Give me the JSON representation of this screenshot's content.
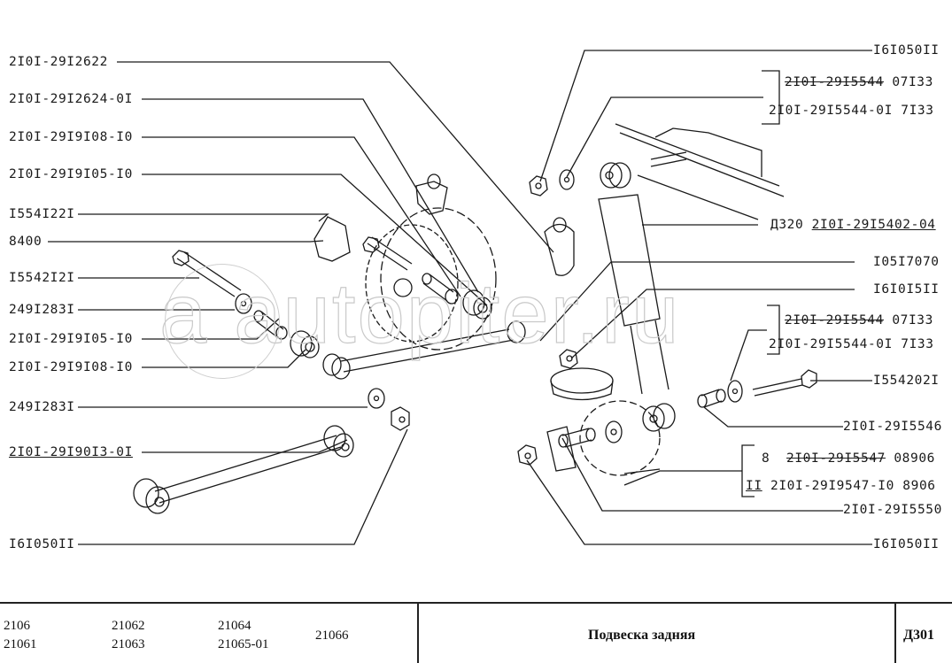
{
  "diagram": {
    "title": "Подвеска задняя",
    "watermark": "autopiter.ru",
    "watermark_logo": "a",
    "labels_left": [
      {
        "id": "l1",
        "text": "2I0I-29I2622"
      },
      {
        "id": "l2",
        "text": "2I0I-29I2624-0I"
      },
      {
        "id": "l3",
        "text": "2I0I-29I9I08-I0"
      },
      {
        "id": "l4",
        "text": "2I0I-29I9I05-I0"
      },
      {
        "id": "l5",
        "text": "I554I22I"
      },
      {
        "id": "l6",
        "text": "8400"
      },
      {
        "id": "l7",
        "text": "I5542I2I"
      },
      {
        "id": "l8",
        "text": "249I283I"
      },
      {
        "id": "l9",
        "text": "2I0I-29I9I05-I0"
      },
      {
        "id": "l10",
        "text": "2I0I-29I9I08-I0"
      },
      {
        "id": "l11",
        "text": "249I283I"
      },
      {
        "id": "l12",
        "text": "2I0I-29I90I3-0I"
      },
      {
        "id": "l13",
        "text": "I6I050II"
      }
    ],
    "labels_right": {
      "r1": "I6I050II",
      "r2a_old": "2I0I-29I5544",
      "r2a_code": "07I33",
      "r2b": "2I0I-29I5544-0I  7I33",
      "r3_prefix": "Д320",
      "r3_part": "2I0I-29I5402-04",
      "r4": "I05I7070",
      "r5": "I6I0I5II",
      "r6a_old": "2I0I-29I5544",
      "r6a_code": "07I33",
      "r6b": "2I0I-29I5544-0I  7I33",
      "r7": "I554202I",
      "r8": "2I0I-29I5546",
      "r9a_qty": "8",
      "r9a_old": "2I0I-29I5547",
      "r9a_code": "08906",
      "r9b_qty": "II",
      "r9b": "2I0I-29I9547-I0  8906",
      "r10": "2I0I-29I5550",
      "r11": "I6I050II"
    }
  },
  "footer": {
    "models": [
      "2106",
      "21061",
      "21062",
      "21063",
      "21064",
      "21065-01",
      "21066"
    ],
    "title": "Подвеска задняя",
    "page_code": "Д301"
  }
}
